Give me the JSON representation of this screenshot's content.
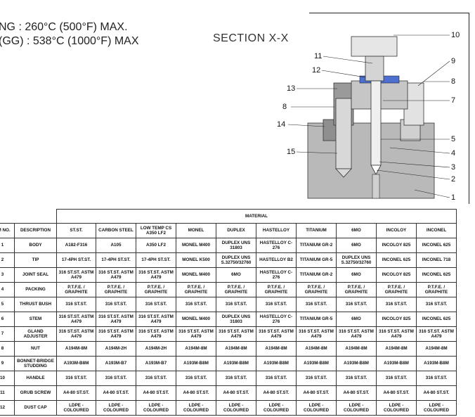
{
  "header": {
    "rating_line_1": "NG : 260°C (500°F) MAX.",
    "rating_line_2": "(GG) : 538°C (1000°F) MAX",
    "section_title": "SECTION  X-X"
  },
  "drawing": {
    "callouts": [
      "10",
      "11",
      "12",
      "9",
      "8",
      "13",
      "7",
      "8",
      "14",
      "5",
      "4",
      "15",
      "3",
      "2",
      "1"
    ]
  },
  "table": {
    "material_header": "MATERIAL",
    "columns": [
      "EM NO.",
      "DESCRIPTION",
      "ST.ST.",
      "CARBON STEEL",
      "LOW TEMP CS A350 LF2",
      "MONEL",
      "DUPLEX",
      "HASTELLOY",
      "TITANIUM",
      "6MO",
      "INCOLOY",
      "INCONEL"
    ],
    "rows": [
      [
        "1",
        "BODY",
        "A182-F316",
        "A105",
        "A350 LF2",
        "MONEL M400",
        "DUPLEX UNS 31803",
        "HASTELLOY C-276",
        "TITANIUM GR-2",
        "6MO",
        "INCOLOY 825",
        "INCONEL 625"
      ],
      [
        "2",
        "TIP",
        "17-4PH ST.ST.",
        "17-4PH ST.ST.",
        "17-4PH ST.ST.",
        "MONEL K500",
        "DUPLEX UNS S.32750/32760",
        "HASTELLOY B2",
        "TITANIUM GR-5",
        "DUPLEX UNS S.32750/32760",
        "INCONEL 625",
        "INCONEL 718"
      ],
      [
        "3",
        "JOINT SEAL",
        "316 ST.ST. ASTM A479",
        "316 ST.ST. ASTM A479",
        "316 ST.ST. ASTM A479",
        "MONEL M400",
        "6MO",
        "HASTELLOY C-276",
        "TITANIUM GR-2",
        "6MO",
        "INCOLOY 825",
        "INCONEL 625"
      ],
      [
        "4",
        "PACKING",
        "P.T.F.E. / GRAPHITE",
        "P.T.F.E. / GRAPHITE",
        "P.T.F.E. / GRAPHITE",
        "P.T.F.E. / GRAPHITE",
        "P.T.F.E. / GRAPHITE",
        "P.T.F.E. / GRAPHITE",
        "P.T.F.E. / GRAPHITE",
        "P.T.F.E. / GRAPHITE",
        "P.T.F.E. / GRAPHITE",
        "P.T.F.E. / GRAPHITE"
      ],
      [
        "5",
        "THRUST BUSH",
        "316 ST.ST.",
        "316 ST.ST.",
        "316 ST.ST.",
        "316 ST.ST.",
        "316 ST.ST.",
        "316 ST.ST.",
        "316 ST.ST.",
        "316 ST.ST.",
        "316 ST.ST.",
        "316 ST.ST."
      ],
      [
        "6",
        "STEM",
        "316 ST.ST. ASTM A479",
        "316 ST.ST. ASTM A479",
        "316 ST.ST. ASTM A479",
        "MONEL M400",
        "DUPLEX UNS 31803",
        "HASTELLOY C-276",
        "TITANIUM GR-5",
        "6MO",
        "INCOLOY 825",
        "INCONEL 625"
      ],
      [
        "7",
        "GLAND ADJUSTER",
        "316 ST.ST. ASTM A479",
        "316 ST.ST. ASTM A479",
        "316 ST.ST. ASTM A479",
        "316 ST.ST. ASTM A479",
        "316 ST.ST. ASTM A479",
        "316 ST.ST. ASTM A479",
        "316 ST.ST. ASTM A479",
        "316 ST.ST. ASTM A479",
        "316 ST.ST. ASTM A479",
        "316 ST.ST. ASTM A479"
      ],
      [
        "8",
        "NUT",
        "A194M-8M",
        "A194M-2H",
        "A194M-2H",
        "A194M-8M",
        "A194M-8M",
        "A194M-8M",
        "A194M-8M",
        "A194M-8M",
        "A194M-8M",
        "A194M-8M"
      ],
      [
        "9",
        "BONNET-BRIDGE STUDDING",
        "A193M-B8M",
        "A193M-B7",
        "A193M-B7",
        "A193M-B8M",
        "A193M-B8M",
        "A193M-B8M",
        "A193M-B8M",
        "A193M-B8M",
        "A193M-B8M",
        "A193M-B8M"
      ],
      [
        "10",
        "HANDLE",
        "316 ST.ST.",
        "316 ST.ST.",
        "316 ST.ST.",
        "316 ST.ST.",
        "316 ST.ST.",
        "316 ST.ST.",
        "316 ST.ST.",
        "316 ST.ST.",
        "316 ST.ST.",
        "316 ST.ST."
      ],
      [
        "11",
        "GRUB SCREW",
        "A4-80 ST.ST.",
        "A4-80 ST.ST.",
        "A4-80 ST.ST.",
        "A4-80 ST.ST.",
        "A4-80 ST.ST.",
        "A4-80 ST.ST.",
        "A4-80 ST.ST.",
        "A4-80 ST.ST.",
        "A4-80 ST.ST.",
        "A4-80 ST.ST."
      ],
      [
        "12",
        "DUST CAP",
        "LDPE - COLOURED",
        "LDPE - COLOURED",
        "LDPE - COLOURED",
        "LDPE - COLOURED",
        "LDPE - COLOURED",
        "LDPE - COLOURED",
        "LDPE - COLOURED",
        "LDPE - COLOURED",
        "LDPE - COLOURED",
        "LDPE - COLOURED"
      ]
    ]
  }
}
